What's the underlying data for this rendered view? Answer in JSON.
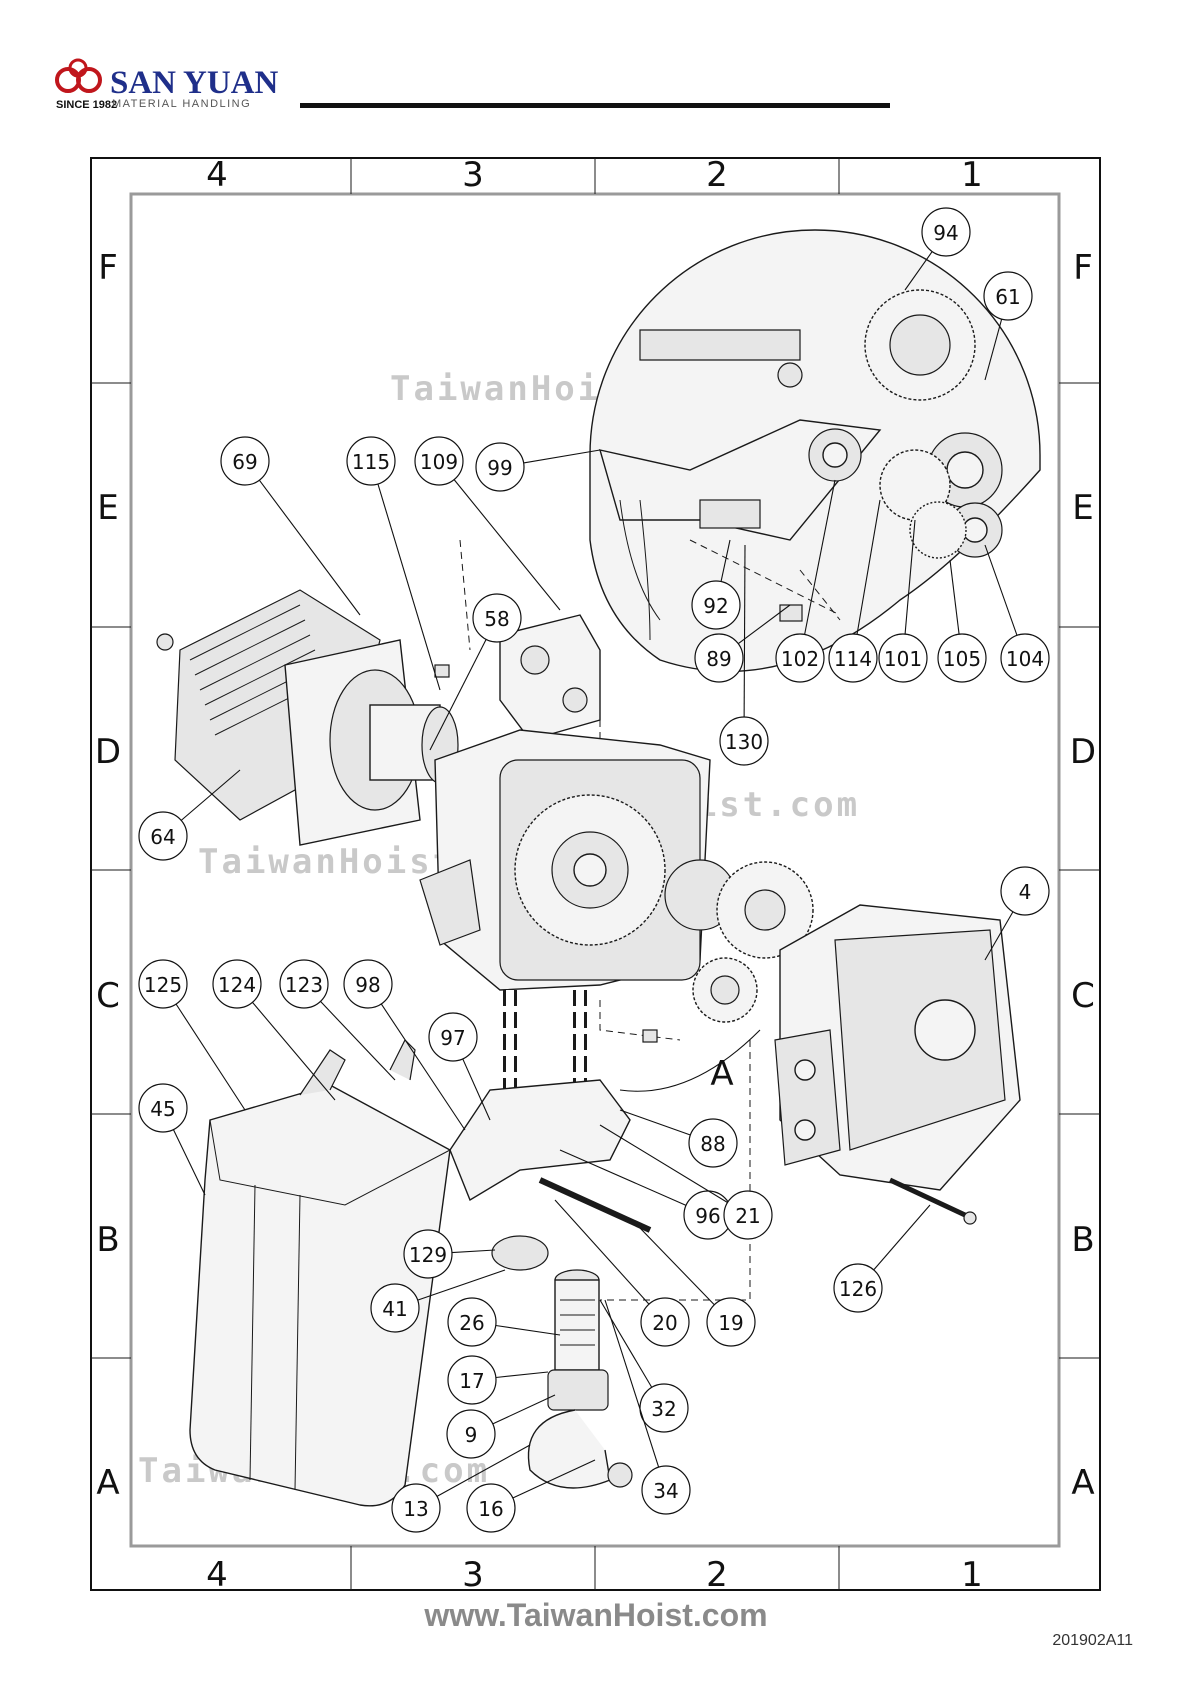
{
  "header": {
    "brand_name": "SAN YUAN",
    "since": "SINCE 1982",
    "tagline": "MATERIAL HANDLING"
  },
  "sheet": {
    "columns_top": [
      "4",
      "3",
      "2",
      "1"
    ],
    "columns_bottom": [
      "4",
      "3",
      "2",
      "1"
    ],
    "rows_left": [
      "F",
      "E",
      "D",
      "C",
      "B",
      "A"
    ],
    "rows_right": [
      "F",
      "E",
      "D",
      "C",
      "B",
      "A"
    ],
    "detail_label": "A"
  },
  "watermarks": [
    "TaiwanHoist.com",
    "TaiwanHoist.com",
    "TaiwanHoist.com",
    "TaiwanHoist.com"
  ],
  "balloons": [
    "94",
    "61",
    "99",
    "109",
    "115",
    "69",
    "58",
    "92",
    "89",
    "102",
    "114",
    "101",
    "105",
    "104",
    "130",
    "64",
    "4",
    "125",
    "124",
    "123",
    "98",
    "97",
    "45",
    "88",
    "96",
    "21",
    "129",
    "41",
    "26",
    "20",
    "19",
    "126",
    "17",
    "9",
    "32",
    "13",
    "16",
    "34"
  ],
  "footer": {
    "website": "www.TaiwanHoist.com",
    "doc_code": "201902A11"
  }
}
